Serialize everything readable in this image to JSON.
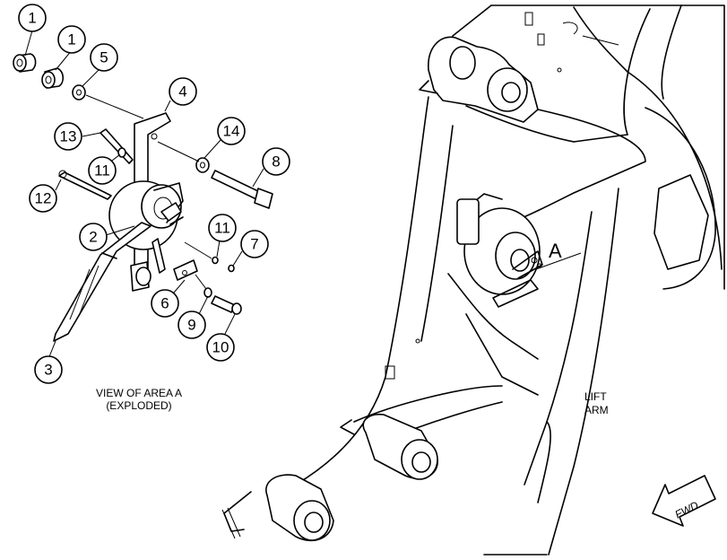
{
  "callouts": [
    {
      "id": "c1a",
      "num": "1"
    },
    {
      "id": "c1b",
      "num": "1"
    },
    {
      "id": "c5",
      "num": "5"
    },
    {
      "id": "c4",
      "num": "4"
    },
    {
      "id": "c13",
      "num": "13"
    },
    {
      "id": "c14",
      "num": "14"
    },
    {
      "id": "c11a",
      "num": "11"
    },
    {
      "id": "c8",
      "num": "8"
    },
    {
      "id": "c12",
      "num": "12"
    },
    {
      "id": "c2",
      "num": "2"
    },
    {
      "id": "c11b",
      "num": "11"
    },
    {
      "id": "c7",
      "num": "7"
    },
    {
      "id": "c6",
      "num": "6"
    },
    {
      "id": "c9",
      "num": "9"
    },
    {
      "id": "c10",
      "num": "10"
    },
    {
      "id": "c3",
      "num": "3"
    }
  ],
  "view_label_line1": "VIEW OF AREA A",
  "view_label_line2": "(EXPLODED)",
  "area_label": "A",
  "lift_arm_line1": "LIFT",
  "lift_arm_line2": "ARM",
  "fwd_label": "FWD"
}
